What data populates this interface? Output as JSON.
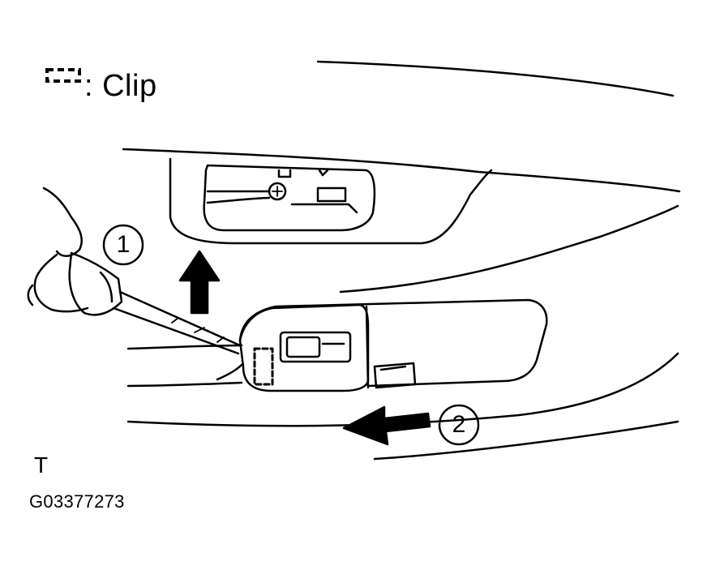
{
  "legend": {
    "symbol": "clip-symbol",
    "text": ":  Clip"
  },
  "steps": [
    {
      "label": "1"
    },
    {
      "label": "2"
    }
  ],
  "corner_mark": "T",
  "figure_code": "G03377273",
  "colors": {
    "line": "#000000",
    "background": "#ffffff"
  }
}
